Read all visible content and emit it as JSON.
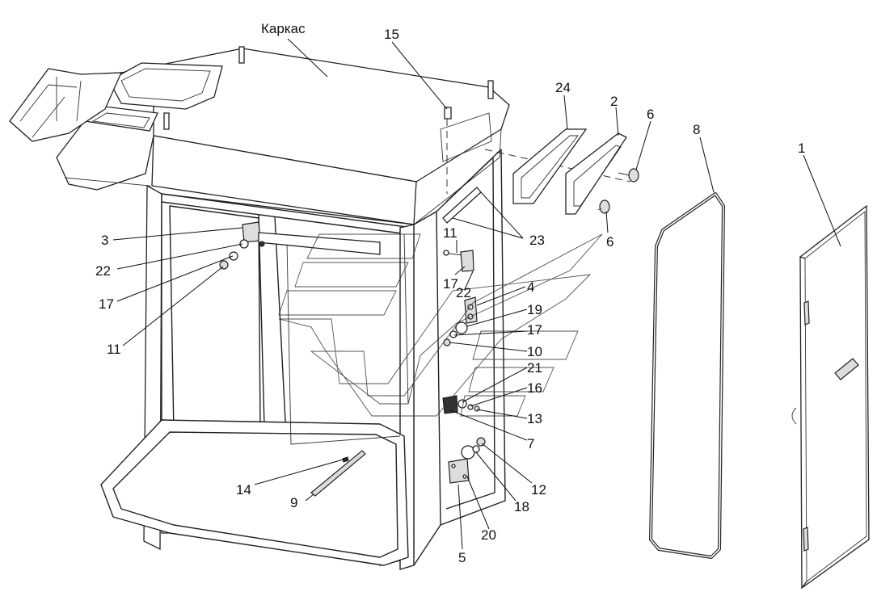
{
  "diagram": {
    "title_label": "Каркас",
    "callouts": [
      {
        "id": "c15",
        "text": "15"
      },
      {
        "id": "c24",
        "text": "24"
      },
      {
        "id": "c2",
        "text": "2"
      },
      {
        "id": "c6a",
        "text": "6"
      },
      {
        "id": "c8",
        "text": "8"
      },
      {
        "id": "c1",
        "text": "1"
      },
      {
        "id": "c3",
        "text": "3"
      },
      {
        "id": "c22a",
        "text": "22"
      },
      {
        "id": "c17a",
        "text": "17"
      },
      {
        "id": "c11a",
        "text": "11"
      },
      {
        "id": "c23",
        "text": "23"
      },
      {
        "id": "c6b",
        "text": "6"
      },
      {
        "id": "c11b",
        "text": "11"
      },
      {
        "id": "c17b",
        "text": "17"
      },
      {
        "id": "c22b",
        "text": "22"
      },
      {
        "id": "c4",
        "text": "4"
      },
      {
        "id": "c19",
        "text": "19"
      },
      {
        "id": "c17c",
        "text": "17"
      },
      {
        "id": "c10",
        "text": "10"
      },
      {
        "id": "c21",
        "text": "21"
      },
      {
        "id": "c16",
        "text": "16"
      },
      {
        "id": "c13",
        "text": "13"
      },
      {
        "id": "c7",
        "text": "7"
      },
      {
        "id": "c12",
        "text": "12"
      },
      {
        "id": "c14",
        "text": "14"
      },
      {
        "id": "c9",
        "text": "9"
      },
      {
        "id": "c18",
        "text": "18"
      },
      {
        "id": "c20",
        "text": "20"
      },
      {
        "id": "c5",
        "text": "5"
      }
    ]
  }
}
